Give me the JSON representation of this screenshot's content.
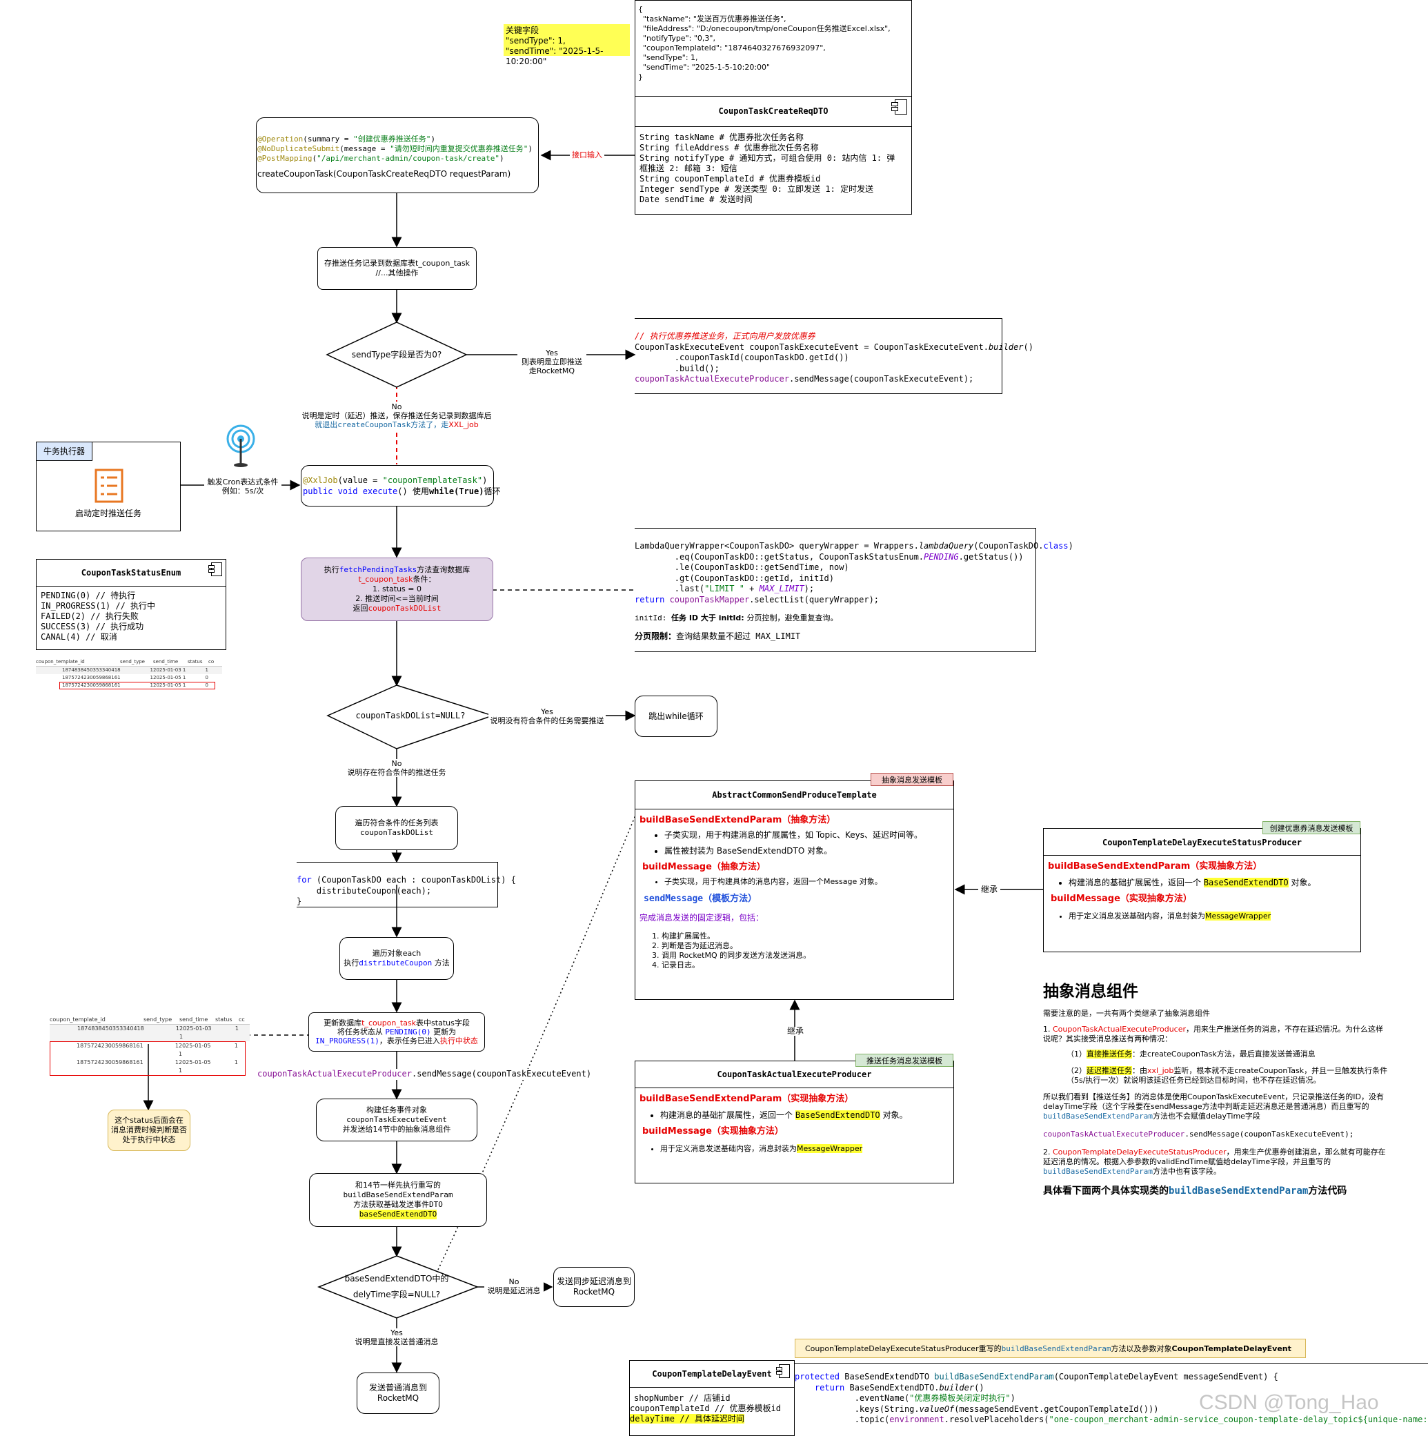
{
  "key_fields": {
    "title": "关键字段",
    "line1": "\"sendType\": 1,",
    "line2": "\"sendTime\": \"2025-1-5-10:20:00\""
  },
  "json_req": {
    "lines": [
      "{",
      "  \"taskName\": \"发送百万优惠券推送任务\",",
      "  \"fileAddress\": \"D:/onecoupon/tmp/oneCoupon任务推送Excel.xlsx\",",
      "  \"notifyType\": \"0,3\",",
      "  \"couponTemplateId\": \"1874640327676932097\",",
      "  \"sendType\": 1,",
      "  \"sendTime\": \"2025-1-5-10:20:00\"",
      "}"
    ]
  },
  "dto_class": {
    "title": "CouponTaskCreateReqDTO",
    "fields": [
      "String taskName # 优惠券批次任务名称",
      "String fileAddress # 优惠券批次任务名称",
      "String notifyType # 通知方式，可组合使用 0: 站内信 1: 弹",
      "框推送 2: 邮箱 3: 短信",
      "String couponTemplateId # 优惠券模板id",
      "Integer sendType # 发送类型 0: 立即发送 1: 定时发送",
      "Date sendTime # 发送时间"
    ]
  },
  "controller": {
    "a1": "@Operation",
    "a1b": "(summary = ",
    "a1c": "\"创建优惠券推送任务\"",
    "a1d": ")",
    "a2": "@NoDuplicateSubmit",
    "a2b": "(message = ",
    "a2c": "\"请勿短时间内重复提交优惠券推送任务\"",
    "a2d": ")",
    "a3": "@PostMapping",
    "a3b": "(",
    "a3c": "\"/api/merchant-admin/coupon-task/create\"",
    "a3d": ")",
    "sig": "createCouponTask(CouponTaskCreateReqDTO requestParam)"
  },
  "edge_interface": "接口输入",
  "save_task": {
    "l1": "存推送任务记录到数据库表t_coupon_task",
    "l2": "//...其他操作"
  },
  "decision1": {
    "label": "sendType字段是否为0?",
    "yes": "Yes",
    "yes_d1": "则表明是立即推送",
    "yes_d2": "走RocketMQ",
    "no": "No",
    "no_d1": "说明是定时（延迟）推送，保存推送任务记录到数据库后",
    "no_d2a": "就退出",
    "no_d2b": "createCouponTask",
    "no_d2c": "方法了，走",
    "no_d2d": "XXL_job"
  },
  "exec_code": {
    "comment": "// 执行优惠券推送业务，正式向用户发放优惠券",
    "l1a": "CouponTaskExecuteEvent couponTaskExecuteEvent = CouponTaskExecuteEvent.",
    "l1b": "builder",
    "l1c": "()",
    "l2": "        .couponTaskId(couponTaskDO.getId())",
    "l3": "        .build();",
    "l4a": "couponTaskActualExecuteProducer",
    "l4b": ".sendMessage(couponTaskExecuteEvent);"
  },
  "xxl": {
    "title": "牛务执行器",
    "label": "启动定时推送任务",
    "edge1": "触发Cron表达式条件",
    "edge2": "例如：5s/次"
  },
  "xxljob_box": {
    "a": "@XxlJob",
    "b": "(value = ",
    "c": "\"couponTemplateTask\"",
    "d": ")",
    "e": "public void ",
    "f": "execute",
    "g": "() 使用",
    "h": "while(True)",
    "i": "循环"
  },
  "status_enum": {
    "title": "CouponTaskStatusEnum",
    "items": [
      "PENDING(0) // 待执行",
      "IN_PROGRESS(1) // 执行中",
      "FAILED(2) // 执行失败",
      "SUCCESS(3) // 执行成功",
      "CANAL(4) // 取消"
    ]
  },
  "table1": {
    "headers": [
      "coupon_template_id",
      "send_type",
      "send_time",
      "status",
      "co"
    ],
    "rows": [
      [
        "1874838450353340418",
        "1",
        "2025-01-03 1",
        "1"
      ],
      [
        "1875724230059868161",
        "1",
        "2025-01-05 1",
        "0"
      ],
      [
        "1875724230059868161",
        "1",
        "2025-01-05 1",
        "0"
      ]
    ]
  },
  "fetch": {
    "a": "执行",
    "b": "fetchPendingTasks",
    "c": "方法查询数据库",
    "d": "t_coupon_task",
    "e": "条件：",
    "f": "1. status = 0",
    "g": "2. 推送时间<=当前时间",
    "h": "返回",
    "i": "couponTaskDOList"
  },
  "query_code": {
    "l1a": "LambdaQueryWrapper<CouponTaskDO> queryWrapper = Wrappers.",
    "l1b": "lambdaQuery",
    "l1c": "(CouponTaskDO.",
    "l1d": "class",
    "l1e": ")",
    "l2a": "        .eq(CouponTaskDO::getStatus, CouponTaskStatusEnum.",
    "l2b": "PENDING",
    "l2c": ".getStatus())",
    "l3": "        .le(CouponTaskDO::getSendTime, now)",
    "l4": "        .gt(CouponTaskDO::getId, initId)",
    "l5a": "        .last(",
    "l5b": "\"LIMIT \"",
    "l5c": " + ",
    "l5d": "MAX_LIMIT",
    "l5e": ");",
    "l6a": "return ",
    "l6b": "couponTaskMapper",
    "l6c": ".selectList(queryWrapper);",
    "n1a": "initId: ",
    "n1b": "任务 ID 大于 initId: ",
    "n1c": "分页控制，避免重复查询。",
    "n2a": "分页限制：",
    "n2b": "查询结果数量不超过 MAX_LIMIT"
  },
  "decision2": {
    "label": "couponTaskDOList=NULL?",
    "yes": "Yes",
    "yes_d": "说明没有符合条件的任务需要推送",
    "no": "No",
    "no_d": "说明存在符合条件的推送任务"
  },
  "exit_loop": "跳出while循环",
  "iterate": {
    "l1": "遍历符合条件的任务列表",
    "l2": "couponTaskDOList"
  },
  "for_code": {
    "a": "for",
    "b": " (CouponTaskDO each : couponTaskDOList) {",
    "c": "    distributeCoupon(each);",
    "d": "}"
  },
  "each": {
    "l1": "遍历对象each",
    "l2a": "执行",
    "l2b": "distributeCoupon",
    "l2c": " 方法"
  },
  "table2": {
    "headers": [
      "coupon_template_id",
      "send_type",
      "send_time",
      "status",
      "cc"
    ],
    "rows": [
      [
        "1874838450353340418",
        "1",
        "2025-01-03 1",
        "1"
      ],
      [
        "1875724230059868161",
        "1",
        "2025-01-05 1",
        "1"
      ],
      [
        "1875724230059868161",
        "1",
        "2025-01-05 1",
        "1"
      ]
    ]
  },
  "update": {
    "a": "更新数据库",
    "b": "t_coupon_task",
    "c": "表中status字段",
    "d": "将任务状态从 ",
    "e": "PENDING(0)",
    "f": " 更新为",
    "g": "IN_PROGRESS(1)",
    "h": "，表示任务已进入",
    "i": "执行中状态"
  },
  "note_status": "这个status后面会在消息消费时候判断是否处于执行中状态",
  "send_line": {
    "a": "couponTaskActualExecuteProducer",
    "b": ".sendMessage(couponTaskExecuteEvent)"
  },
  "build_event": {
    "l1": "构建任务事件对象",
    "l2": "couponTaskExecuteEvent",
    "l3": "并发送给14节中的抽象消息组件"
  },
  "build_param": {
    "l1": "和14节一样先执行重写的",
    "l2": "buildBaseSendExtendParam",
    "l3": "方法获取基础发送事件DTO",
    "l4": "baseSendExtendDTO"
  },
  "decision3": {
    "l1": "baseSendExtendDTO中的",
    "l2": "delyTime字段=NULL?",
    "no": "No",
    "no_d": "说明是延迟消息",
    "yes": "Yes",
    "yes_d": "说明是直接发送普通消息"
  },
  "send_delay": {
    "l1": "发送同步延迟消息到",
    "l2": "RocketMQ"
  },
  "send_normal": {
    "l1": "发送普通消息到",
    "l2": "RocketMQ"
  },
  "abstract_tpl": {
    "tag": "抽象消息发送模板",
    "title": "AbstractCommonSendProduceTemplate",
    "m1": "buildBaseSendExtendParam（抽象方法）",
    "m1b1": "子类实现，用于构建消息的扩展属性，如 Topic、Keys、延迟时间等。",
    "m1b2": "属性被封装为 BaseSendExtendDTO 对象。",
    "m2": "buildMessage（抽象方法）",
    "m2b1": "子类实现，用于构建具体的消息内容，返回一个Message 对象。",
    "m3": "sendMessage",
    "m3b": "（模板方法）",
    "m3d": "完成消息发送的固定逻辑，包括：",
    "steps": [
      "1. 构建扩展属性。",
      "2. 判断是否为延迟消息。",
      "3. 调用 RocketMQ 的同步发送方法发送消息。",
      "4. 记录日志。"
    ]
  },
  "inherit1": "继承",
  "inherit2": "继承",
  "delay_producer": {
    "tag": "创建优惠券消息发送模板",
    "title": "CouponTemplateDelayExecuteStatusProducer",
    "m1": "buildBaseSendExtendParam（实现抽象方法）",
    "m1b_a": "构建消息的基础扩展属性，返回一个 ",
    "m1b_b": "BaseSendExtendDTO",
    "m1b_c": " 对象。",
    "m2": "buildMessage（实现抽象方法）",
    "m2b_a": "用于定义消息发送基础内容，消息封装为",
    "m2b_b": "MessageWrapper"
  },
  "actual_producer": {
    "tag": "推送任务消息发送模板",
    "title": "CouponTaskActualExecuteProducer",
    "m1": "buildBaseSendExtendParam（实现抽象方法）",
    "m1b_a": "构建消息的基础扩展属性，返回一个 ",
    "m1b_b": "BaseSendExtendDTO",
    "m1b_c": " 对象。",
    "m2": "buildMessage（实现抽象方法）",
    "m2b_a": "用于定义消息发送基础内容，消息封装为",
    "m2b_b": "MessageWrapper"
  },
  "notes": {
    "title": "抽象消息组件",
    "p0": "需要注意的是，一共有两个类继承了抽象消息组件",
    "p1a": "1. ",
    "p1b": "CouponTaskActualExecuteProducer",
    "p1c": "，用来生产推送任务的消息，不存在延迟情况。为什么这样说呢？其实接受消息推送有两种情况：",
    "p2a": "（1）",
    "p2b": "直接推送任务",
    "p2c": "：走createCouponTask方法，最后直接发送普通消息",
    "p3a": "（2）",
    "p3b": "延迟推送任务",
    "p3c": "：由",
    "p3d": "xxl_job",
    "p3e": "监听，根本就不走createCouponTask，并且一旦触发执行条件（5s/执行一次）就说明该延迟任务已经到达目标时间，也不存在延迟情况。",
    "p4a": "所以我们看到【推送任务】的消息体是使用CouponTaskExecuteEvent，只记录推送任务的ID，没有delayTime字段（这个字段要在sendMessage方法中判断走延迟消息还是普通消息）而且重写的",
    "p4b": "buildBaseSendExtendParam",
    "p4c": "方法也不会赋值delayTime字段",
    "p5a": "couponTaskActualExecuteProducer",
    "p5b": ".sendMessage(couponTaskExecuteEvent);",
    "p6a": "2. ",
    "p6b": "CouponTemplateDelayExecuteStatusProducer",
    "p6c": "，用来生产优惠券创建消息，那么就有可能存在延迟消息的情况。根据入参参数的validEndTime赋值给delayTime字段，并且重写的",
    "p6d": "buildBaseSendExtendParam",
    "p6e": "方法中也有该字段。",
    "p7a": "具体看下面两个具体实现类的",
    "p7b": "buildBaseSendExtendParam",
    "p7c": "方法代码"
  },
  "delay_event": {
    "title": "CouponTemplateDelayEvent",
    "f1": "shopNumber // 店铺id",
    "f2": "couponTemplateId // 优惠券模板id",
    "f3": "delayTime // 具体延迟时间"
  },
  "bottom_banner": {
    "a": "CouponTemplateDelayExecuteStatusProducer重写的",
    "b": "buildBaseSendExtendParam",
    "c": "方法以及参数对象",
    "d": "CouponTemplateDelayEvent"
  },
  "bottom_code": {
    "l1a": "protected ",
    "l1b": "BaseSendExtendDTO ",
    "l1c": "buildBaseSendExtendParam",
    "l1d": "(CouponTemplateDelayEvent messageSendEvent) {",
    "l2a": "    return ",
    "l2b": "BaseSendExtendDTO.",
    "l2c": "builder",
    "l2d": "()",
    "l3a": "            .eventName(",
    "l3b": "\"优惠券模板关闭定时执行\"",
    "l3c": ")",
    "l4a": "            .keys(String.",
    "l4b": "valueOf",
    "l4c": "(messageSendEvent.getCouponTemplateId()))",
    "l5a": "            .topic(",
    "l5b": "environment",
    "l5c": ".resolvePlaceholders(",
    "l5d": "\"one-coupon_merchant-admin-service_coupon-template-delay_topic${unique-name:}\"",
    "l5e": "))"
  },
  "watermark": "CSDN @Tong_Hao"
}
